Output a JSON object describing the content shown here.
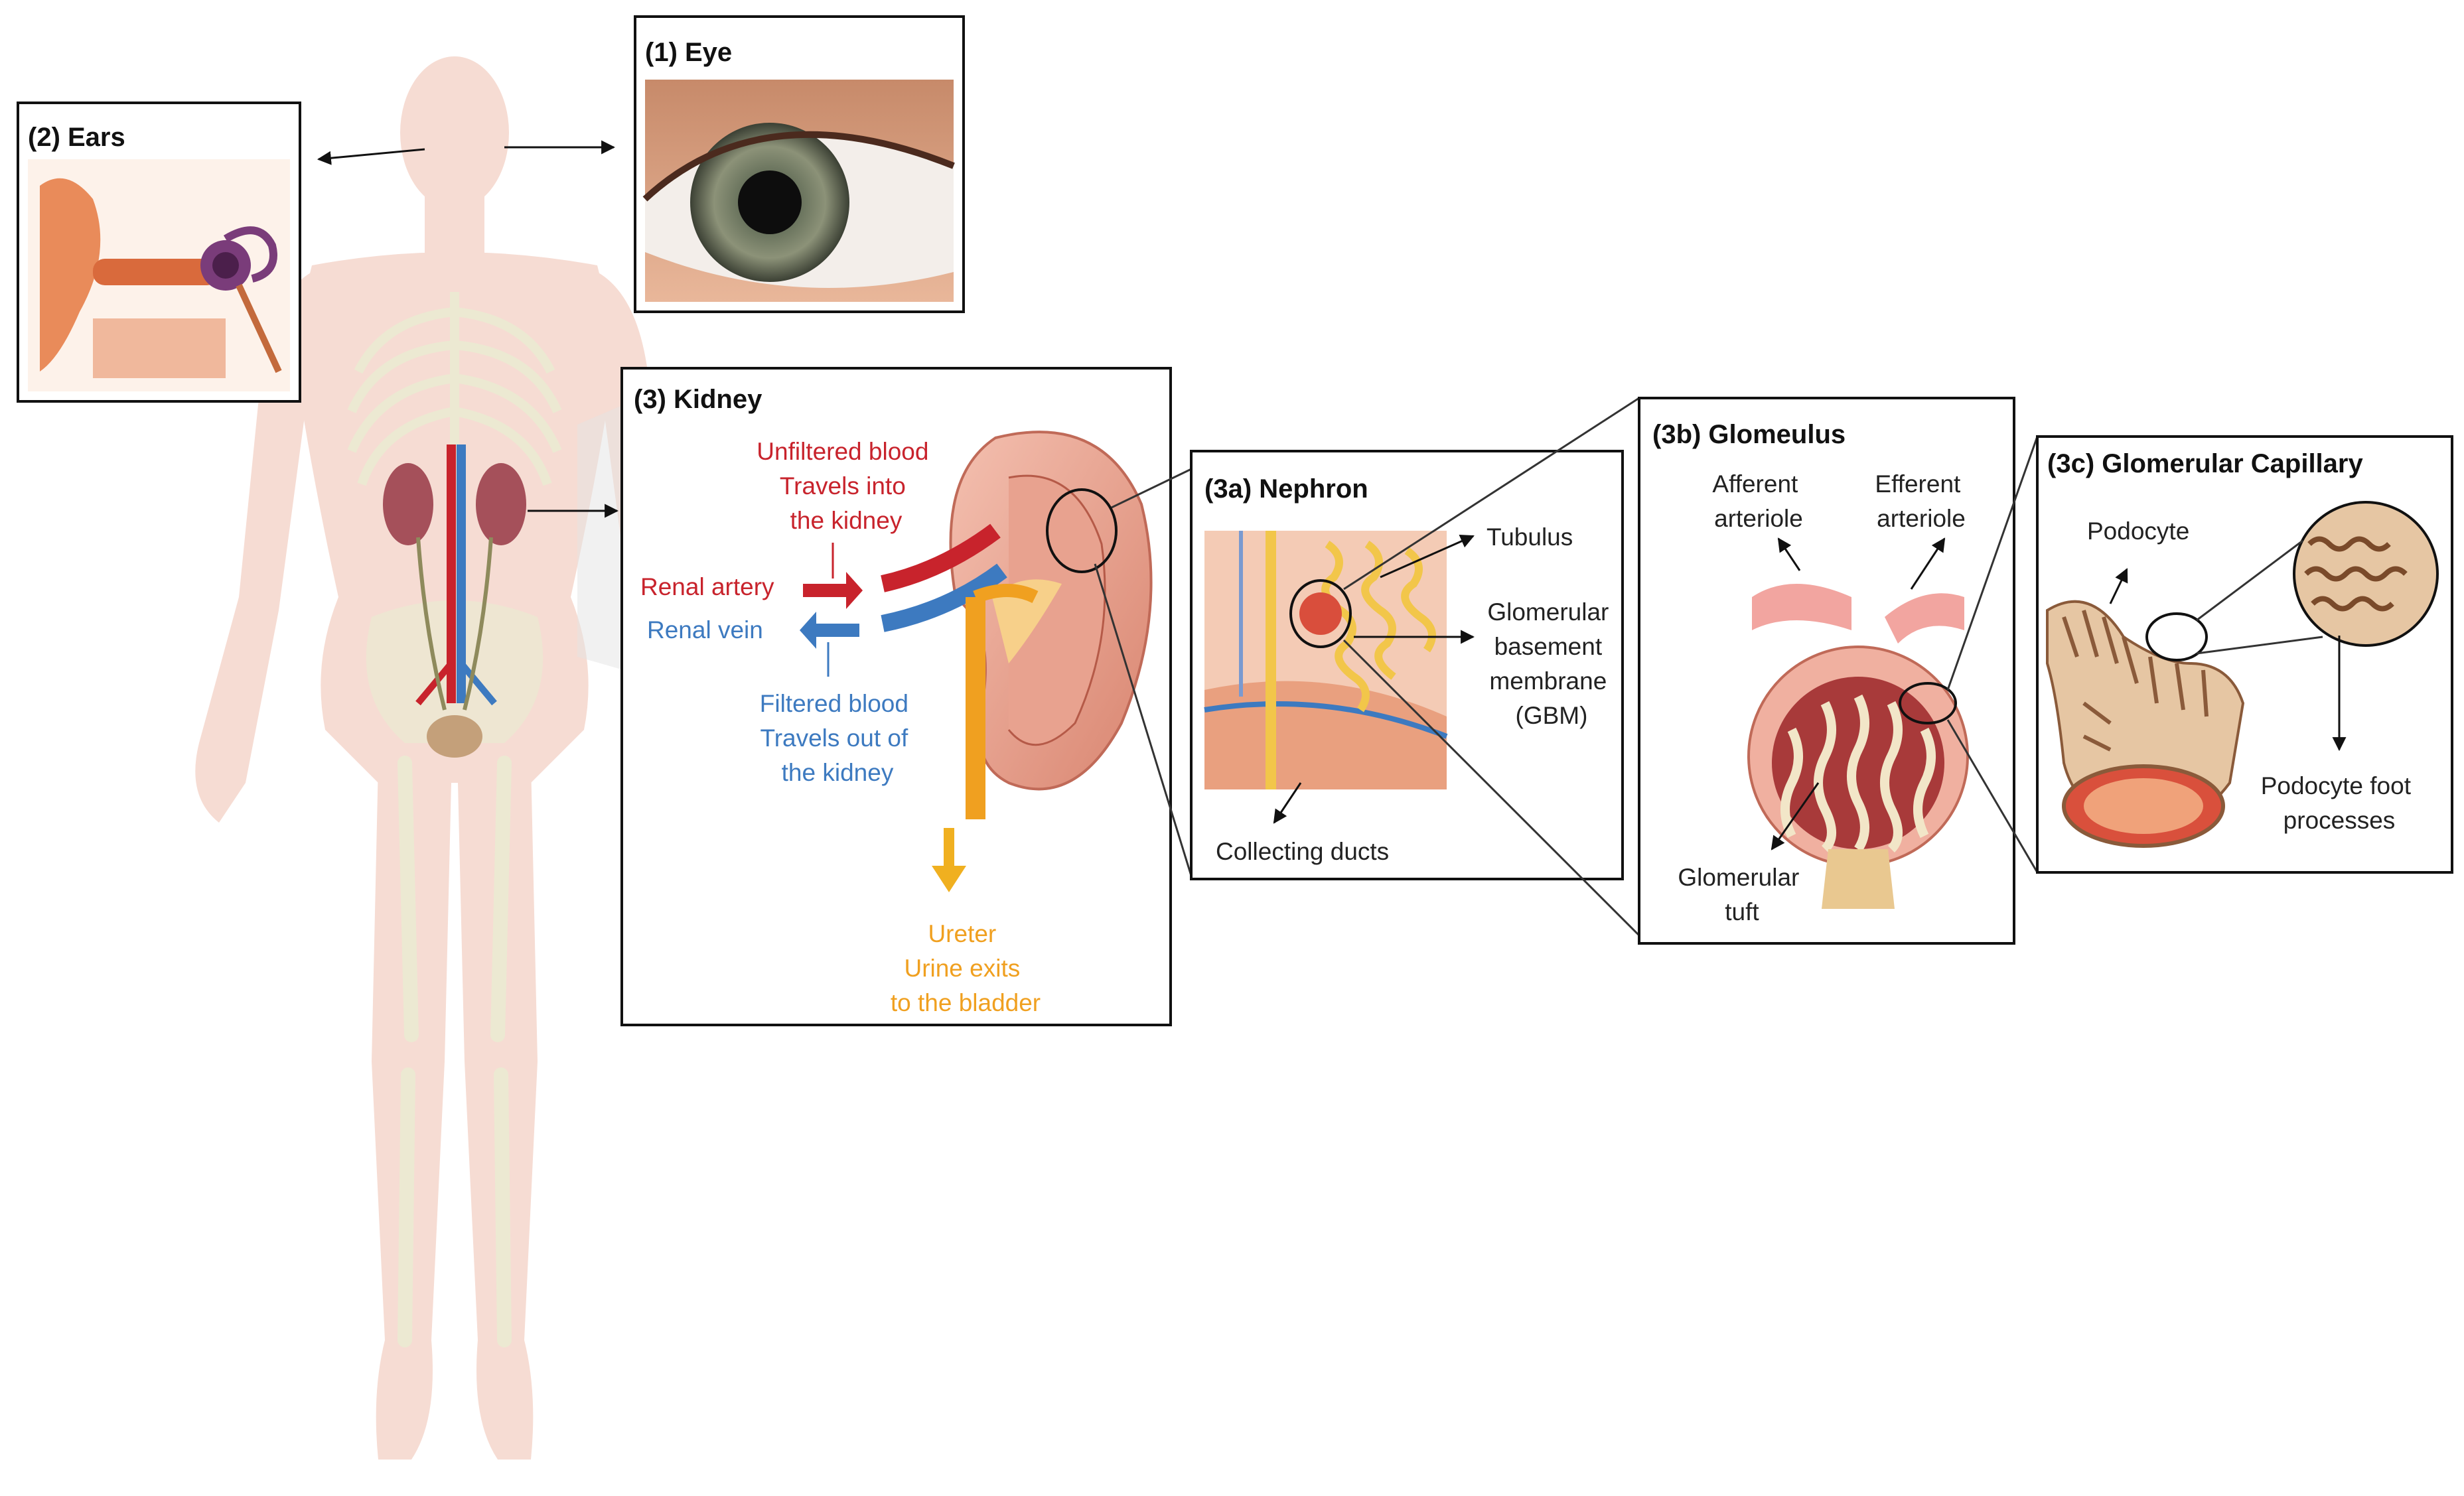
{
  "panels": {
    "eye": {
      "title": "(1) Eye"
    },
    "ears": {
      "title": "(2) Ears"
    },
    "kidney": {
      "title": "(3) Kidney",
      "unfiltered": [
        "Unfiltered blood",
        "Travels into",
        "the kidney"
      ],
      "renal_artery": "Renal artery",
      "renal_vein": "Renal vein",
      "filtered": [
        "Filtered blood",
        "Travels out of",
        "the kidney"
      ],
      "ureter": [
        "Ureter",
        "Urine exits",
        "to the bladder"
      ]
    },
    "nephron": {
      "title": "(3a) Nephron",
      "tubulus": "Tubulus",
      "gbm": [
        "Glomerular",
        "basement",
        "membrane",
        "(GBM)"
      ],
      "collecting": "Collecting ducts"
    },
    "glomerulus": {
      "title": "(3b) Glomeulus",
      "afferent": [
        "Afferent",
        "arteriole"
      ],
      "efferent": [
        "Efferent",
        "arteriole"
      ],
      "tuft": [
        "Glomerular",
        "tuft"
      ]
    },
    "capillary": {
      "title": "(3c) Glomerular Capillary",
      "podocyte": "Podocyte",
      "foot": [
        "Podocyte foot",
        "processes"
      ]
    }
  },
  "colors": {
    "body": "#f6dcd3",
    "bone": "#ece9d2",
    "artery": "#c8232c",
    "vein": "#3d7ac0",
    "ureter": "#f0a020",
    "kidney": "#e7a596"
  }
}
